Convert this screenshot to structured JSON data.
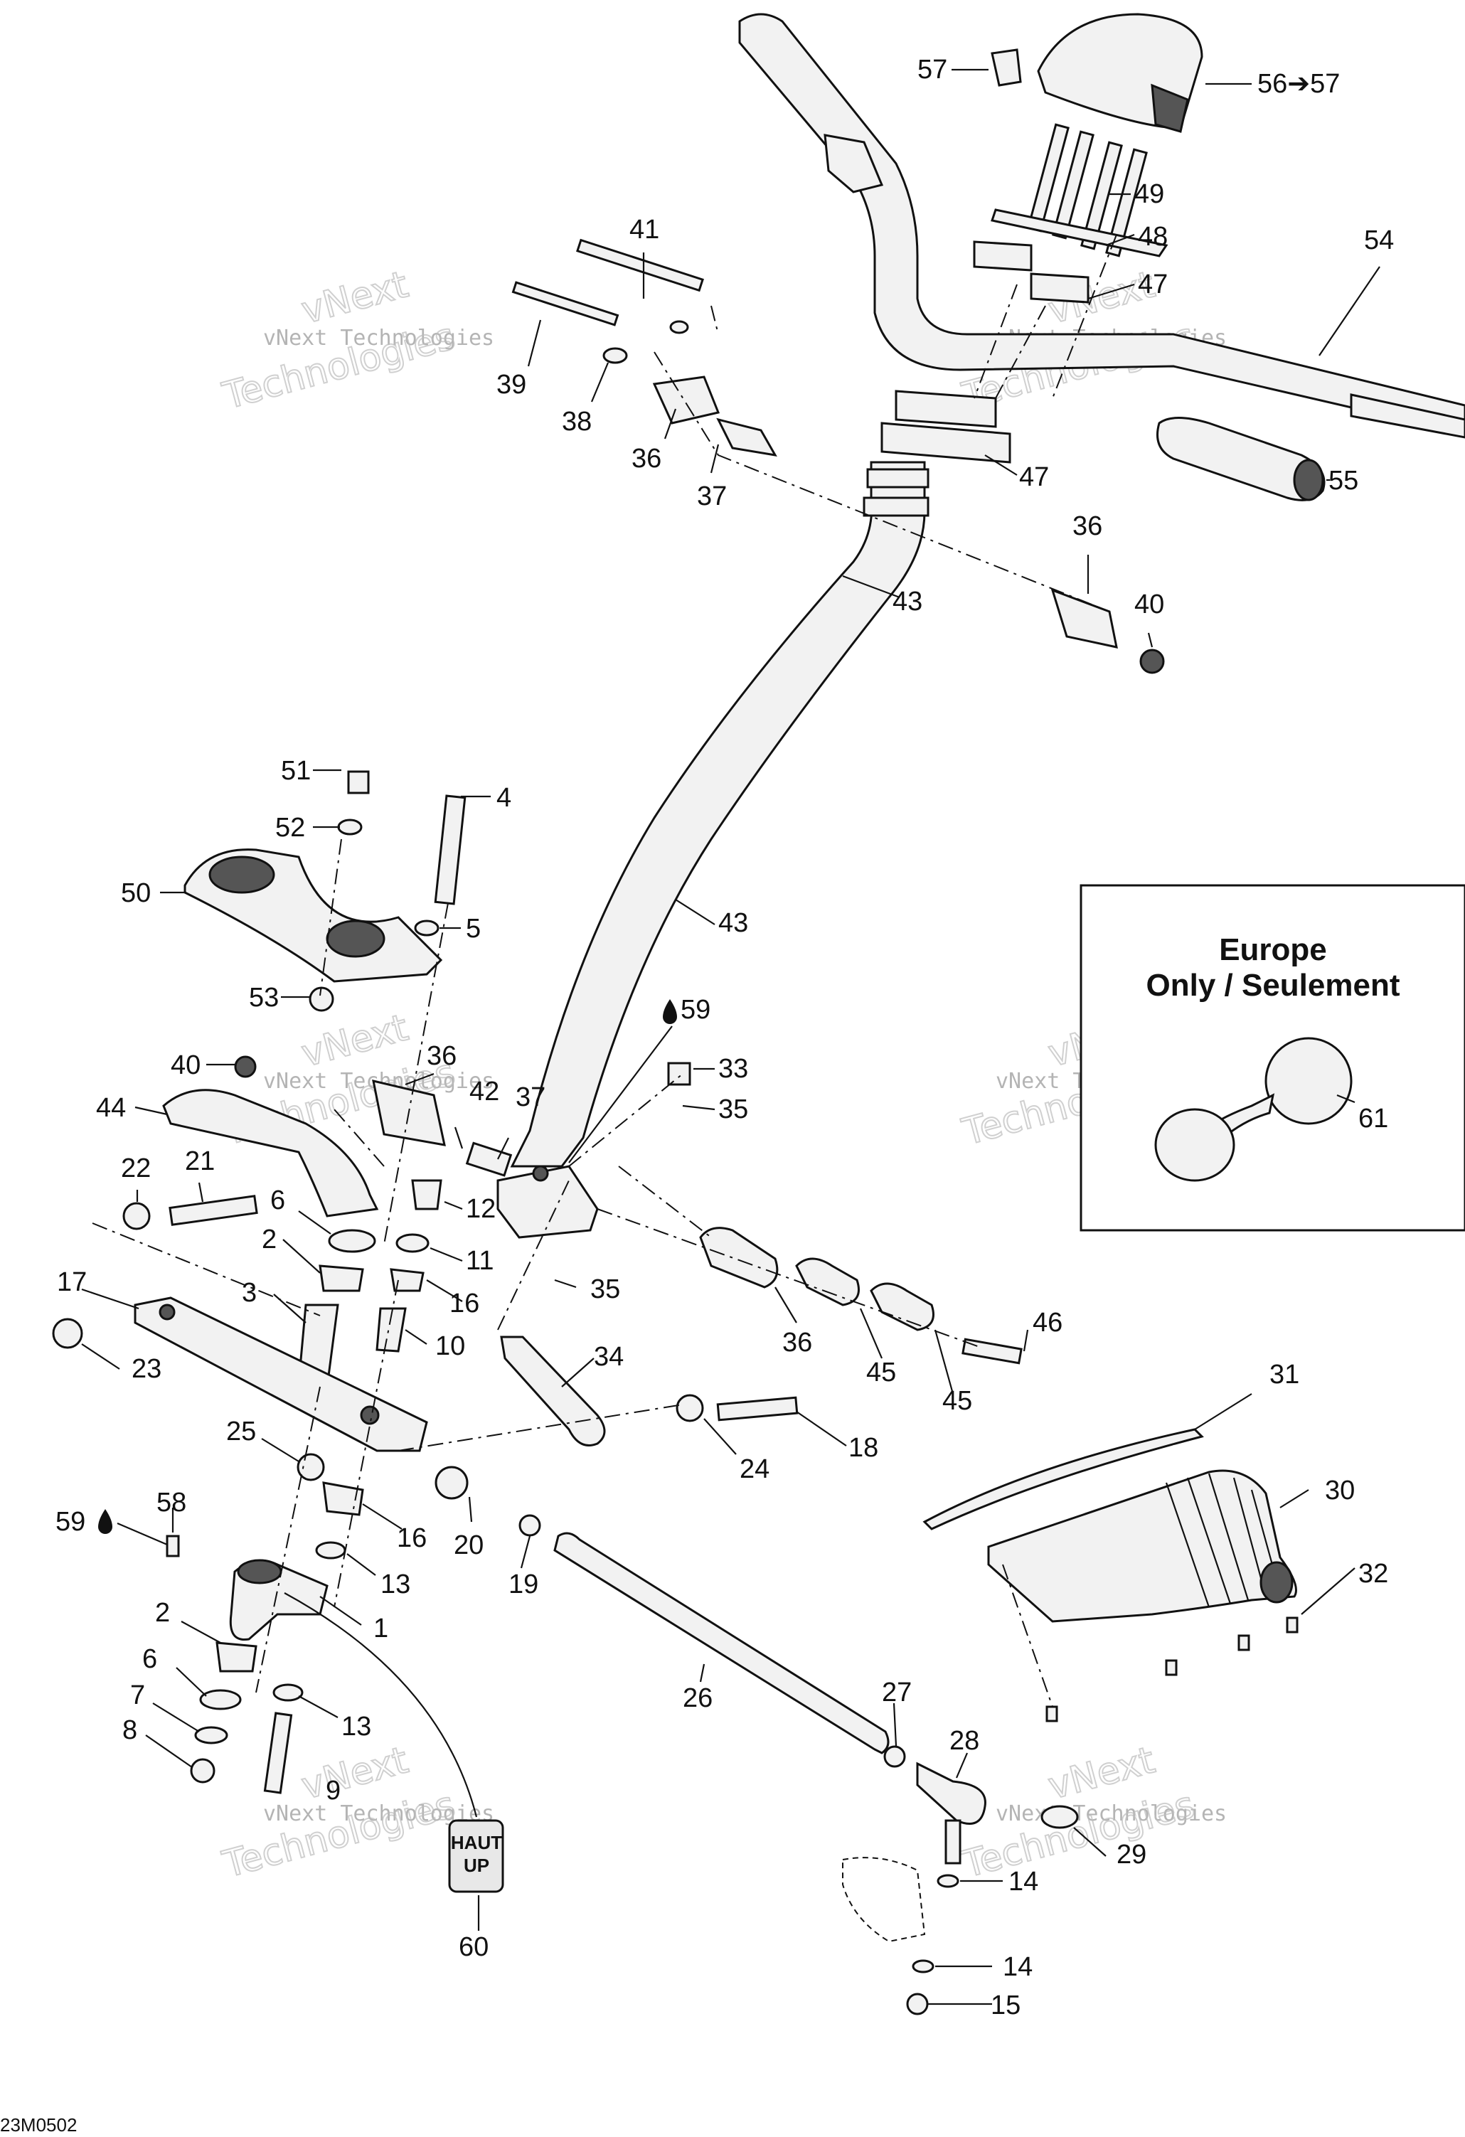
{
  "diagram": {
    "code": "23M0502",
    "europe_box": {
      "line1": "Europe",
      "line2": "Only / Seulement"
    },
    "haut_up_tag": {
      "line1": "HAUT",
      "line2": "UP"
    },
    "watermark": {
      "name": "vNext Technologies",
      "brand_top": "vNext",
      "brand_bottom": "Technologies"
    },
    "labels": [
      {
        "id": "57a",
        "text": "57"
      },
      {
        "id": "56",
        "text": "56➔57"
      },
      {
        "id": "49",
        "text": "49"
      },
      {
        "id": "48",
        "text": "48"
      },
      {
        "id": "47a",
        "text": "47"
      },
      {
        "id": "54",
        "text": "54"
      },
      {
        "id": "41",
        "text": "41"
      },
      {
        "id": "39",
        "text": "39"
      },
      {
        "id": "38",
        "text": "38"
      },
      {
        "id": "36a",
        "text": "36"
      },
      {
        "id": "37a",
        "text": "37"
      },
      {
        "id": "47b",
        "text": "47"
      },
      {
        "id": "55",
        "text": "55"
      },
      {
        "id": "36b",
        "text": "36"
      },
      {
        "id": "40a",
        "text": "40"
      },
      {
        "id": "43a",
        "text": "43"
      },
      {
        "id": "51",
        "text": "51"
      },
      {
        "id": "4",
        "text": "4"
      },
      {
        "id": "52",
        "text": "52"
      },
      {
        "id": "50",
        "text": "50"
      },
      {
        "id": "5",
        "text": "5"
      },
      {
        "id": "53",
        "text": "53"
      },
      {
        "id": "43b",
        "text": "43"
      },
      {
        "id": "59a",
        "text": "59"
      },
      {
        "id": "40b",
        "text": "40"
      },
      {
        "id": "36c",
        "text": "36"
      },
      {
        "id": "33",
        "text": "33"
      },
      {
        "id": "42",
        "text": "42"
      },
      {
        "id": "44",
        "text": "44"
      },
      {
        "id": "37b",
        "text": "37"
      },
      {
        "id": "35a",
        "text": "35"
      },
      {
        "id": "61",
        "text": "61"
      },
      {
        "id": "22",
        "text": "22"
      },
      {
        "id": "21",
        "text": "21"
      },
      {
        "id": "6a",
        "text": "6"
      },
      {
        "id": "12",
        "text": "12"
      },
      {
        "id": "2a",
        "text": "2"
      },
      {
        "id": "11",
        "text": "11"
      },
      {
        "id": "17",
        "text": "17"
      },
      {
        "id": "3",
        "text": "3"
      },
      {
        "id": "16a",
        "text": "16"
      },
      {
        "id": "35b",
        "text": "35"
      },
      {
        "id": "10",
        "text": "10"
      },
      {
        "id": "23",
        "text": "23"
      },
      {
        "id": "34",
        "text": "34"
      },
      {
        "id": "36d",
        "text": "36"
      },
      {
        "id": "45a",
        "text": "45"
      },
      {
        "id": "46",
        "text": "46"
      },
      {
        "id": "45b",
        "text": "45"
      },
      {
        "id": "31",
        "text": "31"
      },
      {
        "id": "25",
        "text": "25"
      },
      {
        "id": "24",
        "text": "24"
      },
      {
        "id": "18",
        "text": "18"
      },
      {
        "id": "30",
        "text": "30"
      },
      {
        "id": "58",
        "text": "58"
      },
      {
        "id": "59b",
        "text": "59"
      },
      {
        "id": "16b",
        "text": "16"
      },
      {
        "id": "20",
        "text": "20"
      },
      {
        "id": "13a",
        "text": "13"
      },
      {
        "id": "19",
        "text": "19"
      },
      {
        "id": "32",
        "text": "32"
      },
      {
        "id": "1",
        "text": "1"
      },
      {
        "id": "2b",
        "text": "2"
      },
      {
        "id": "6b",
        "text": "6"
      },
      {
        "id": "26",
        "text": "26"
      },
      {
        "id": "7",
        "text": "7"
      },
      {
        "id": "27",
        "text": "27"
      },
      {
        "id": "13b",
        "text": "13"
      },
      {
        "id": "8",
        "text": "8"
      },
      {
        "id": "28",
        "text": "28"
      },
      {
        "id": "9",
        "text": "9"
      },
      {
        "id": "29",
        "text": "29"
      },
      {
        "id": "14a",
        "text": "14"
      },
      {
        "id": "60",
        "text": "60"
      },
      {
        "id": "14b",
        "text": "14"
      },
      {
        "id": "15",
        "text": "15"
      }
    ]
  }
}
